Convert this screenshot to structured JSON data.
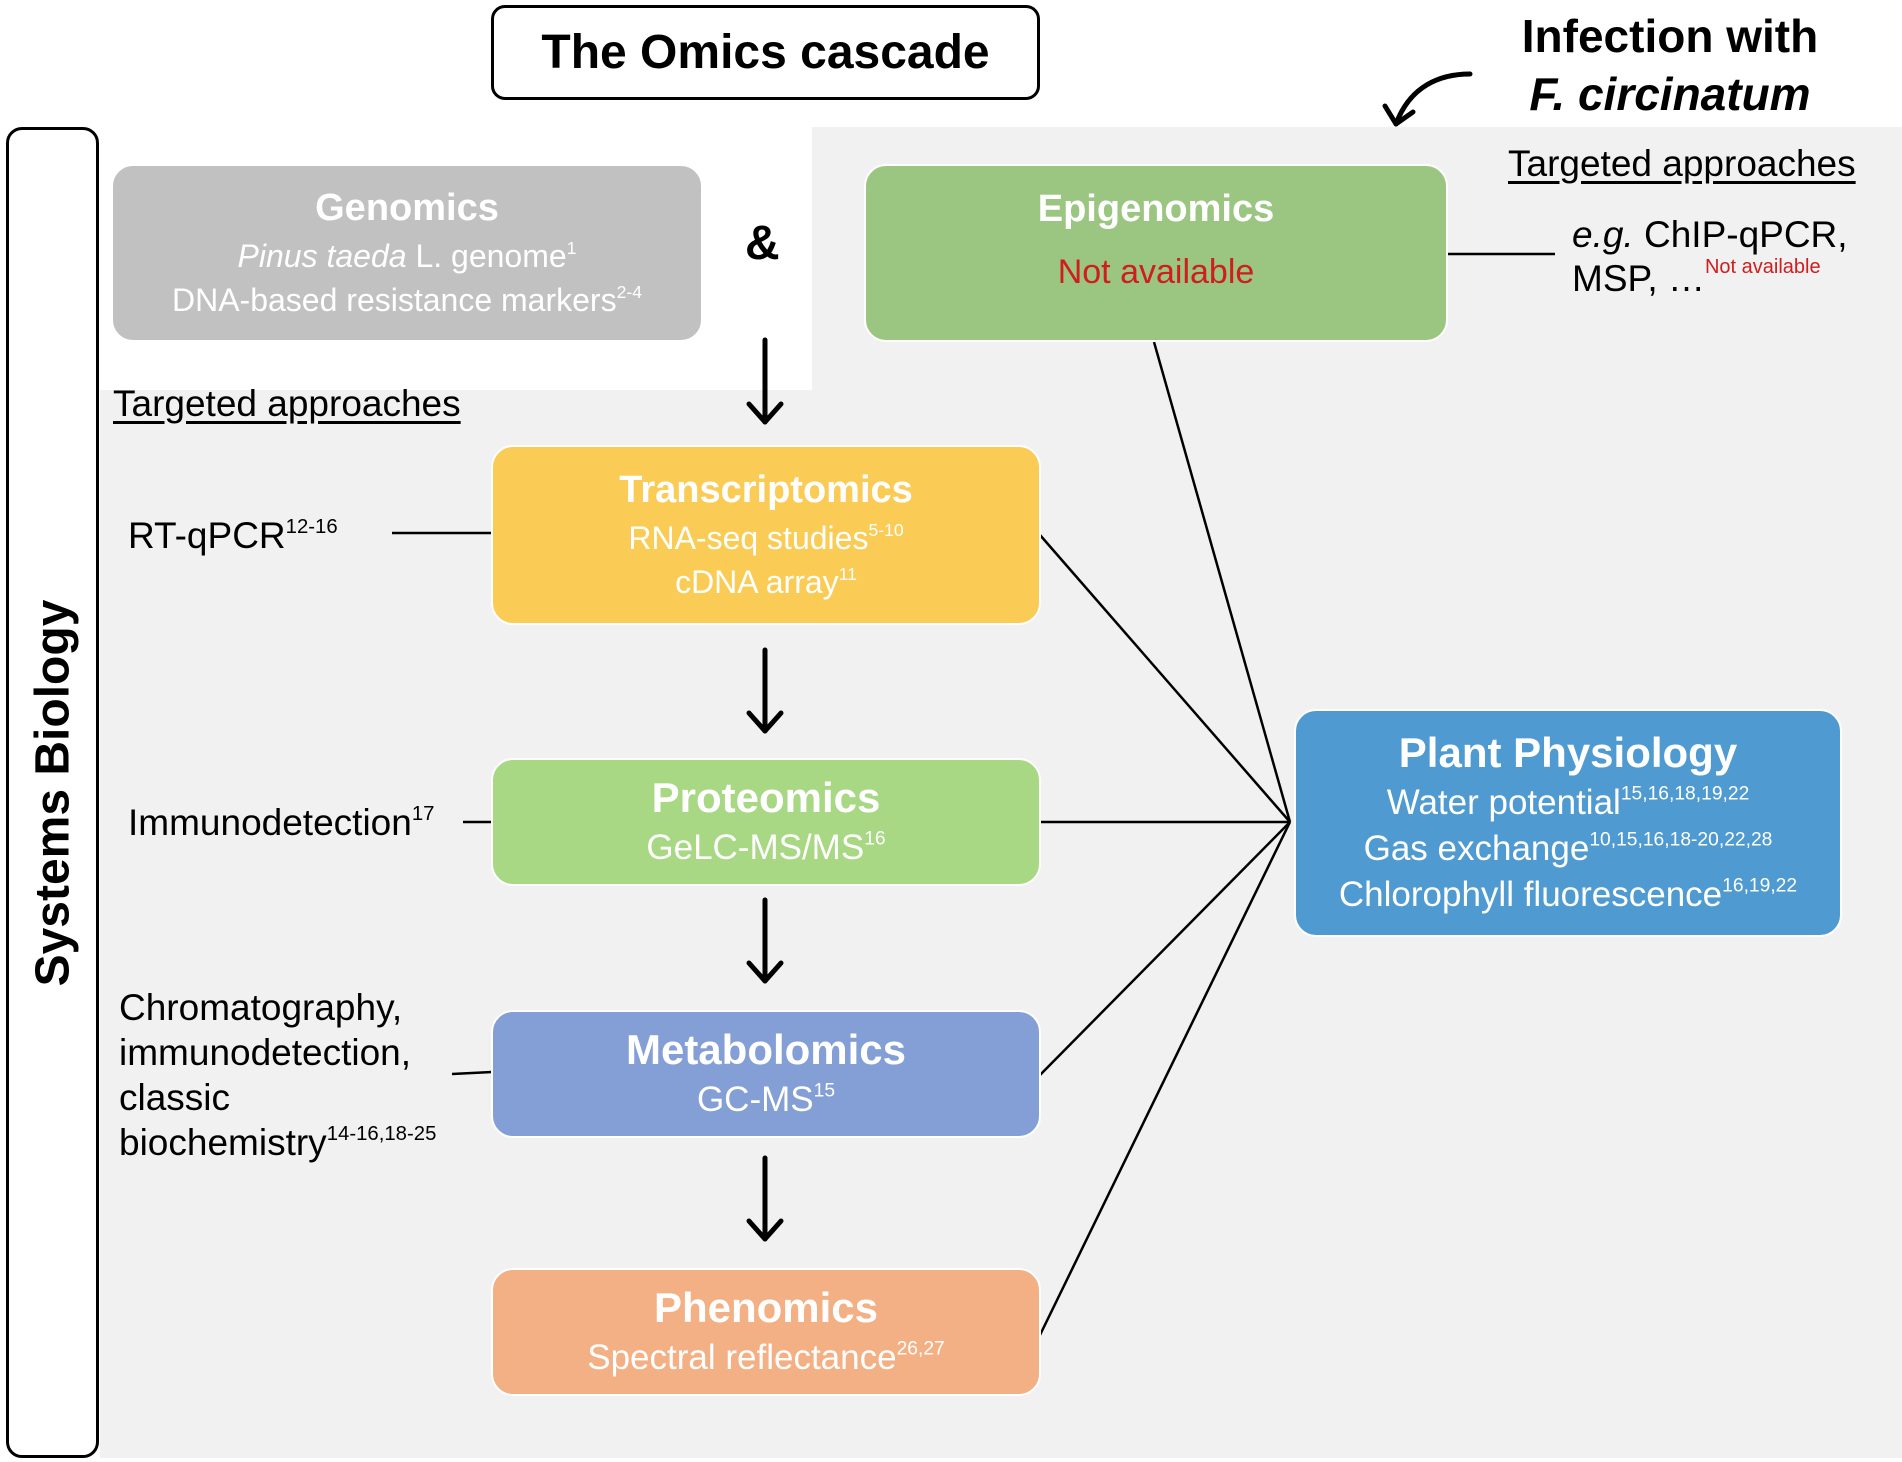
{
  "header": {
    "omics_cascade": "The Omics cascade",
    "infection_line1": "Infection with",
    "infection_line2": "F. circinatum"
  },
  "systems_biology": "Systems Biology",
  "colors": {
    "gray_bg": "#f1f1f1",
    "genomics": "#c1c1c1",
    "epigenomics": "#9bc681",
    "transcriptomics": "#fbcc55",
    "proteomics": "#a8d883",
    "metabolomics": "#839fd5",
    "phenomics": "#f3b084",
    "physiology": "#4f9bd1",
    "not_available": "#d01d1d"
  },
  "ampersand": "&",
  "genomics": {
    "title": "Genomics",
    "line1_italic": "Pinus taeda",
    "line1_rest": " L. genome",
    "line1_sup": "1",
    "line2": "DNA-based resistance markers",
    "line2_sup": "2-4"
  },
  "epigenomics": {
    "title": "Epigenomics",
    "status": "Not available"
  },
  "transcriptomics": {
    "title": "Transcriptomics",
    "line1": "RNA-seq studies",
    "line1_sup": "5-10",
    "line2": "cDNA array",
    "line2_sup": "11"
  },
  "proteomics": {
    "title": "Proteomics",
    "line1": "GeLC-MS/MS",
    "line1_sup": "16"
  },
  "metabolomics": {
    "title": "Metabolomics",
    "line1": "GC-MS",
    "line1_sup": "15"
  },
  "phenomics": {
    "title": "Phenomics",
    "line1": "Spectral reflectance",
    "line1_sup": "26,27"
  },
  "plant_physiology": {
    "title": "Plant Physiology",
    "line1": "Water potential",
    "line1_sup": "15,16,18,19,22",
    "line2": "Gas exchange",
    "line2_sup": "10,15,16,18-20,22,28",
    "line3": "Chlorophyll fluorescence",
    "line3_sup": "16,19,22"
  },
  "targeted_left": {
    "heading": "Targeted approaches",
    "rt_qpcr": "RT-qPCR",
    "rt_qpcr_sup": "12-16",
    "immunodetection": "Immunodetection",
    "immunodetection_sup": "17",
    "chrom_line1": "Chromatography,",
    "chrom_line2": "immunodetection,",
    "chrom_line3": "classic",
    "chrom_line4": "biochemistry",
    "chrom_sup": "14-16,18-25"
  },
  "targeted_right": {
    "heading": "Targeted approaches",
    "eg": "e.g.",
    "line1_rest": " ChIP-qPCR,",
    "line2": "MSP, …",
    "line2_sup": "Not available"
  }
}
